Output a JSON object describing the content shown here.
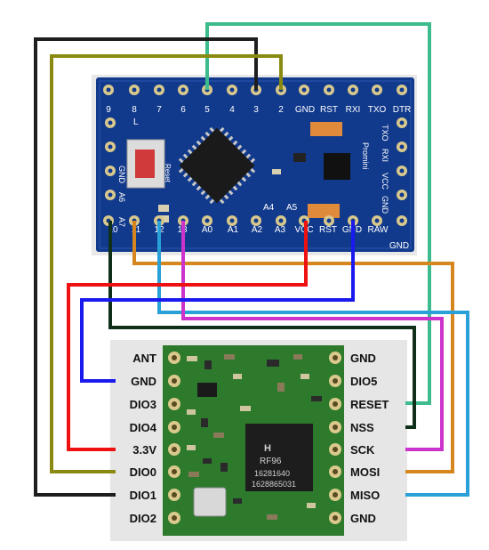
{
  "arduino": {
    "top_pins": [
      "9",
      "8",
      "7",
      "6",
      "5",
      "4",
      "3",
      "2",
      "GND",
      "RST",
      "RXI",
      "TXO",
      "DTR"
    ],
    "bottom_pins": [
      "10",
      "11",
      "12",
      "13",
      "A0",
      "A1",
      "A2",
      "A3",
      "VCC",
      "RST",
      "GND",
      "RAW",
      "GND"
    ],
    "left_pins": [
      "GND",
      "A6",
      "A7"
    ],
    "right_pins": [
      "TXO",
      "RXI",
      "VCC",
      "GND"
    ],
    "board_text": [
      "Reset",
      "Promini",
      "A4",
      "A5",
      "L"
    ],
    "colors": {
      "board": "#123a8c",
      "pads": "#d9c98c"
    }
  },
  "rfm": {
    "chip_text": [
      "RF96",
      "16281640",
      "1628865031"
    ],
    "left_labels": [
      "ANT",
      "GND",
      "DIO3",
      "DIO4",
      "3.3V",
      "DIO0",
      "DIO1",
      "DIO2"
    ],
    "right_labels": [
      "GND",
      "DIO5",
      "RESET",
      "NSS",
      "SCK",
      "MOSI",
      "MISO",
      "GND"
    ],
    "colors": {
      "pcb": "#2e7a2c",
      "pads": "#d9c98c"
    }
  },
  "wires": [
    {
      "from": "5",
      "to": "RESET",
      "color": "#3dbb8c"
    },
    {
      "from": "3",
      "to": "DIO1",
      "color": "#1e1e1e"
    },
    {
      "from": "2",
      "to": "DIO0",
      "color": "#8a8a12"
    },
    {
      "from": "10",
      "to": "NSS",
      "color": "#10301a"
    },
    {
      "from": "11",
      "to": "MOSI",
      "color": "#d6861e"
    },
    {
      "from": "12",
      "to": "MISO",
      "color": "#2aa0d8"
    },
    {
      "from": "13",
      "to": "SCK",
      "color": "#cc33cc"
    },
    {
      "from": "VCC",
      "to": "3.3V",
      "color": "#ee1111"
    },
    {
      "from": "GND",
      "to": "GND",
      "color": "#1a1aee"
    }
  ]
}
